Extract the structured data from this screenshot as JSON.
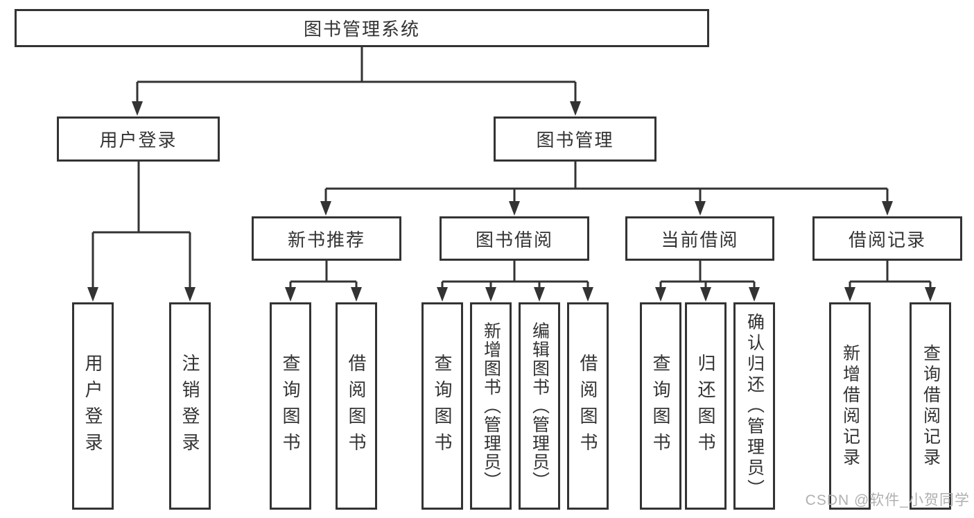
{
  "diagram": {
    "title": "图书管理系统",
    "type": "hierarchy-tree",
    "root": {
      "label": "图书管理系统"
    },
    "level2": [
      {
        "id": "user-login",
        "label": "用户登录",
        "parent": "图书管理系统"
      },
      {
        "id": "book-management",
        "label": "图书管理",
        "parent": "图书管理系统"
      }
    ],
    "level3": [
      {
        "id": "new-book-recommend",
        "label": "新书推荐",
        "parent": "图书管理"
      },
      {
        "id": "book-borrowing",
        "label": "图书借阅",
        "parent": "图书管理"
      },
      {
        "id": "current-borrowing",
        "label": "当前借阅",
        "parent": "图书管理"
      },
      {
        "id": "borrowing-records",
        "label": "借阅记录",
        "parent": "图书管理"
      }
    ],
    "leaves": [
      {
        "label": "用户登录",
        "parent": "用户登录"
      },
      {
        "label": "注销登录",
        "parent": "用户登录"
      },
      {
        "label": "查询图书",
        "parent": "新书推荐"
      },
      {
        "label": "借阅图书",
        "parent": "新书推荐"
      },
      {
        "label": "查询图书",
        "parent": "图书借阅"
      },
      {
        "label": "新增图书（管理员）",
        "parent": "图书借阅"
      },
      {
        "label": "编辑图书（管理员）",
        "parent": "图书借阅"
      },
      {
        "label": "借阅图书",
        "parent": "图书借阅"
      },
      {
        "label": "查询图书",
        "parent": "当前借阅"
      },
      {
        "label": "归还图书",
        "parent": "当前借阅"
      },
      {
        "label": "确认归还（管理员）",
        "parent": "当前借阅"
      },
      {
        "label": "新增借阅记录",
        "parent": "借阅记录"
      },
      {
        "label": "查询借阅记录",
        "parent": "借阅记录"
      }
    ]
  },
  "watermark": {
    "text": "CSDN @软件_小贺同学"
  },
  "colors": {
    "line": "#333333",
    "border": "#333333",
    "text": "#333333",
    "watermark": "#b0b0b0",
    "background": "#ffffff"
  }
}
